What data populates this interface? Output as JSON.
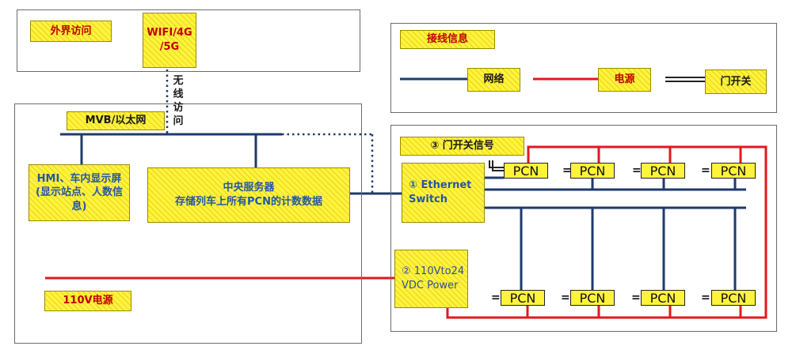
{
  "external": {
    "label": "外界访问",
    "wifi": "WIFI/4G\n/5G",
    "wireless": "无线访问"
  },
  "wiring_info": {
    "title": "接线信息",
    "network": "网络",
    "power": "电源",
    "door_switch": "门开关",
    "colors": {
      "network": "#1f3a6e",
      "power": "#e0191c",
      "door_switch": "#222222"
    }
  },
  "car": {
    "mvb": "MVB/以太网",
    "hmi": "HMI、车内显示屏(显示站点、人数信息)",
    "server_line1": "中央服务器",
    "server_line2": "存储列车上所有PCN的计数数据",
    "power_110v": "110V电源"
  },
  "counting": {
    "door_signal": "③ 门开关信号",
    "switch_label": "① Ethernet\nSwitch",
    "power_label": "② 110Vto24\nVDC Power",
    "pcn_top": [
      "PCN",
      "PCN",
      "PCN",
      "PCN"
    ],
    "pcn_bottom": [
      "PCN",
      "PCN",
      "PCN",
      "PCN"
    ]
  }
}
